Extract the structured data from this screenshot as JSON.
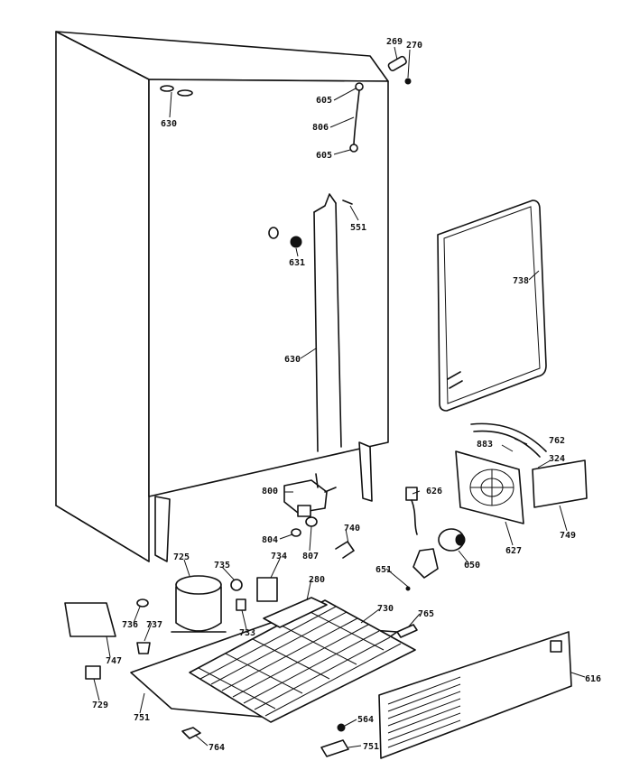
{
  "part_labels": {
    "p269": "269",
    "p270": "270",
    "p605a": "605",
    "p806": "806",
    "p605b": "605",
    "p630a": "630",
    "p551": "551",
    "p631": "631",
    "p738": "738",
    "p630b": "630",
    "p762": "762",
    "p883": "883",
    "p324": "324",
    "p800": "800",
    "p626": "626",
    "p749": "749",
    "p627": "627",
    "p740": "740",
    "p804": "804",
    "p807": "807",
    "p725": "725",
    "p735": "735",
    "p734": "734",
    "p280": "280",
    "p651": "651",
    "p650": "650",
    "p730": "730",
    "p733": "733",
    "p736": "736",
    "p737": "737",
    "p765": "765",
    "p747": "747",
    "p729": "729",
    "p751a": "751",
    "p616": "616",
    "p564": "564",
    "p764": "764",
    "p751b": "751"
  }
}
